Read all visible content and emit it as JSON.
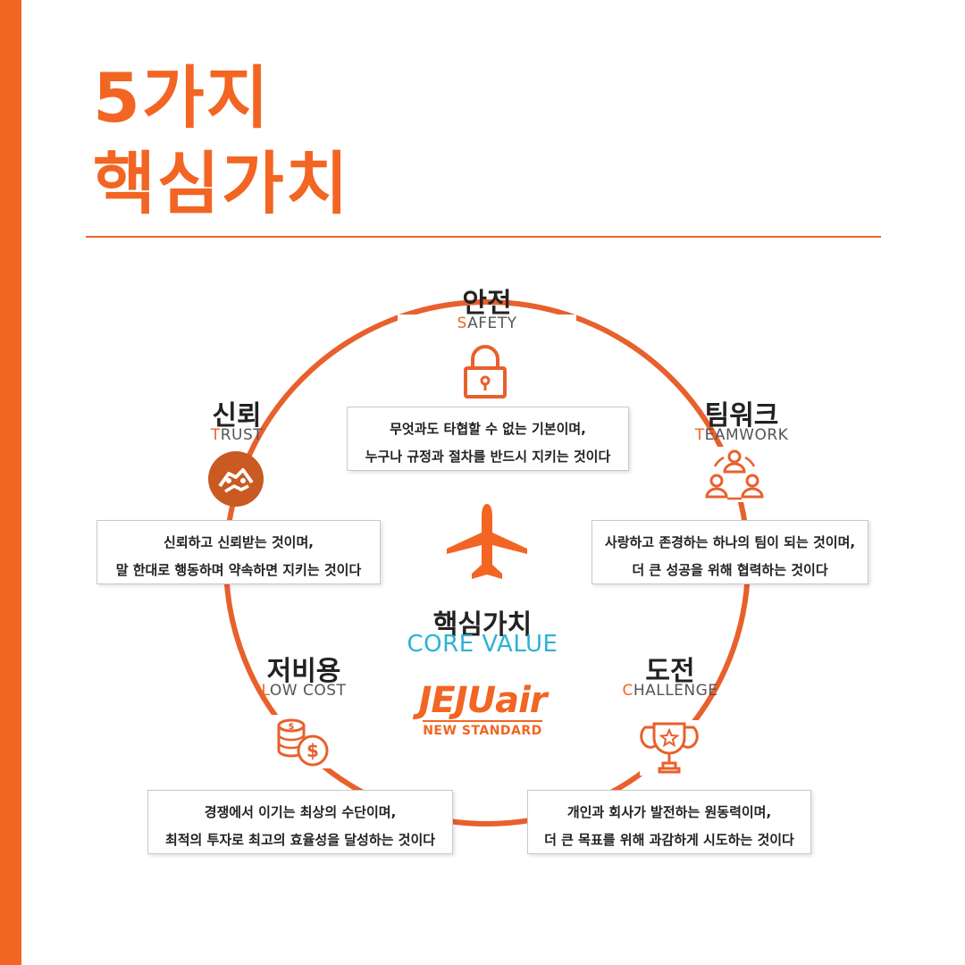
{
  "title": {
    "line1": "5가지",
    "line2": "핵심가치"
  },
  "colors": {
    "accent": "#f26522",
    "core_en": "#2bb3d6"
  },
  "center": {
    "ko": "핵심가치",
    "en": "CORE VALUE",
    "brand": "JEJUair",
    "brand_sub": "NEW STANDARD",
    "icon": "airplane-icon"
  },
  "values": {
    "safety": {
      "ko": "안전",
      "en_first": "S",
      "en_rest": "AFETY",
      "icon": "padlock-icon",
      "desc": [
        "무엇과도 타협할 수 없는 기본이며,",
        "누구나 규정과 절차를 반드시 지키는 것이다"
      ]
    },
    "teamwork": {
      "ko": "팀워크",
      "en_first": "T",
      "en_rest": "EAMWORK",
      "icon": "team-icon",
      "desc": [
        "사랑하고 존경하는 하나의 팀이 되는 것이며,",
        "더 큰 성공을 위해 협력하는 것이다"
      ]
    },
    "challenge": {
      "ko": "도전",
      "en_first": "C",
      "en_rest": "HALLENGE",
      "icon": "trophy-icon",
      "desc": [
        "개인과 회사가 발전하는 원동력이며,",
        "더 큰 목표를 위해 과감하게 시도하는 것이다"
      ]
    },
    "lowcost": {
      "ko": "저비용",
      "en_first": "L",
      "en_rest": "OW COST",
      "icon": "coins-icon",
      "desc": [
        "경쟁에서 이기는 최상의 수단이며,",
        "최적의 투자로 최고의 효율성을 달성하는 것이다"
      ]
    },
    "trust": {
      "ko": "신뢰",
      "en_first": "T",
      "en_rest": "RUST",
      "icon": "handshake-icon",
      "desc": [
        "신뢰하고 신뢰받는 것이며,",
        "말 한대로 행동하며 약속하면 지키는 것이다"
      ]
    }
  }
}
